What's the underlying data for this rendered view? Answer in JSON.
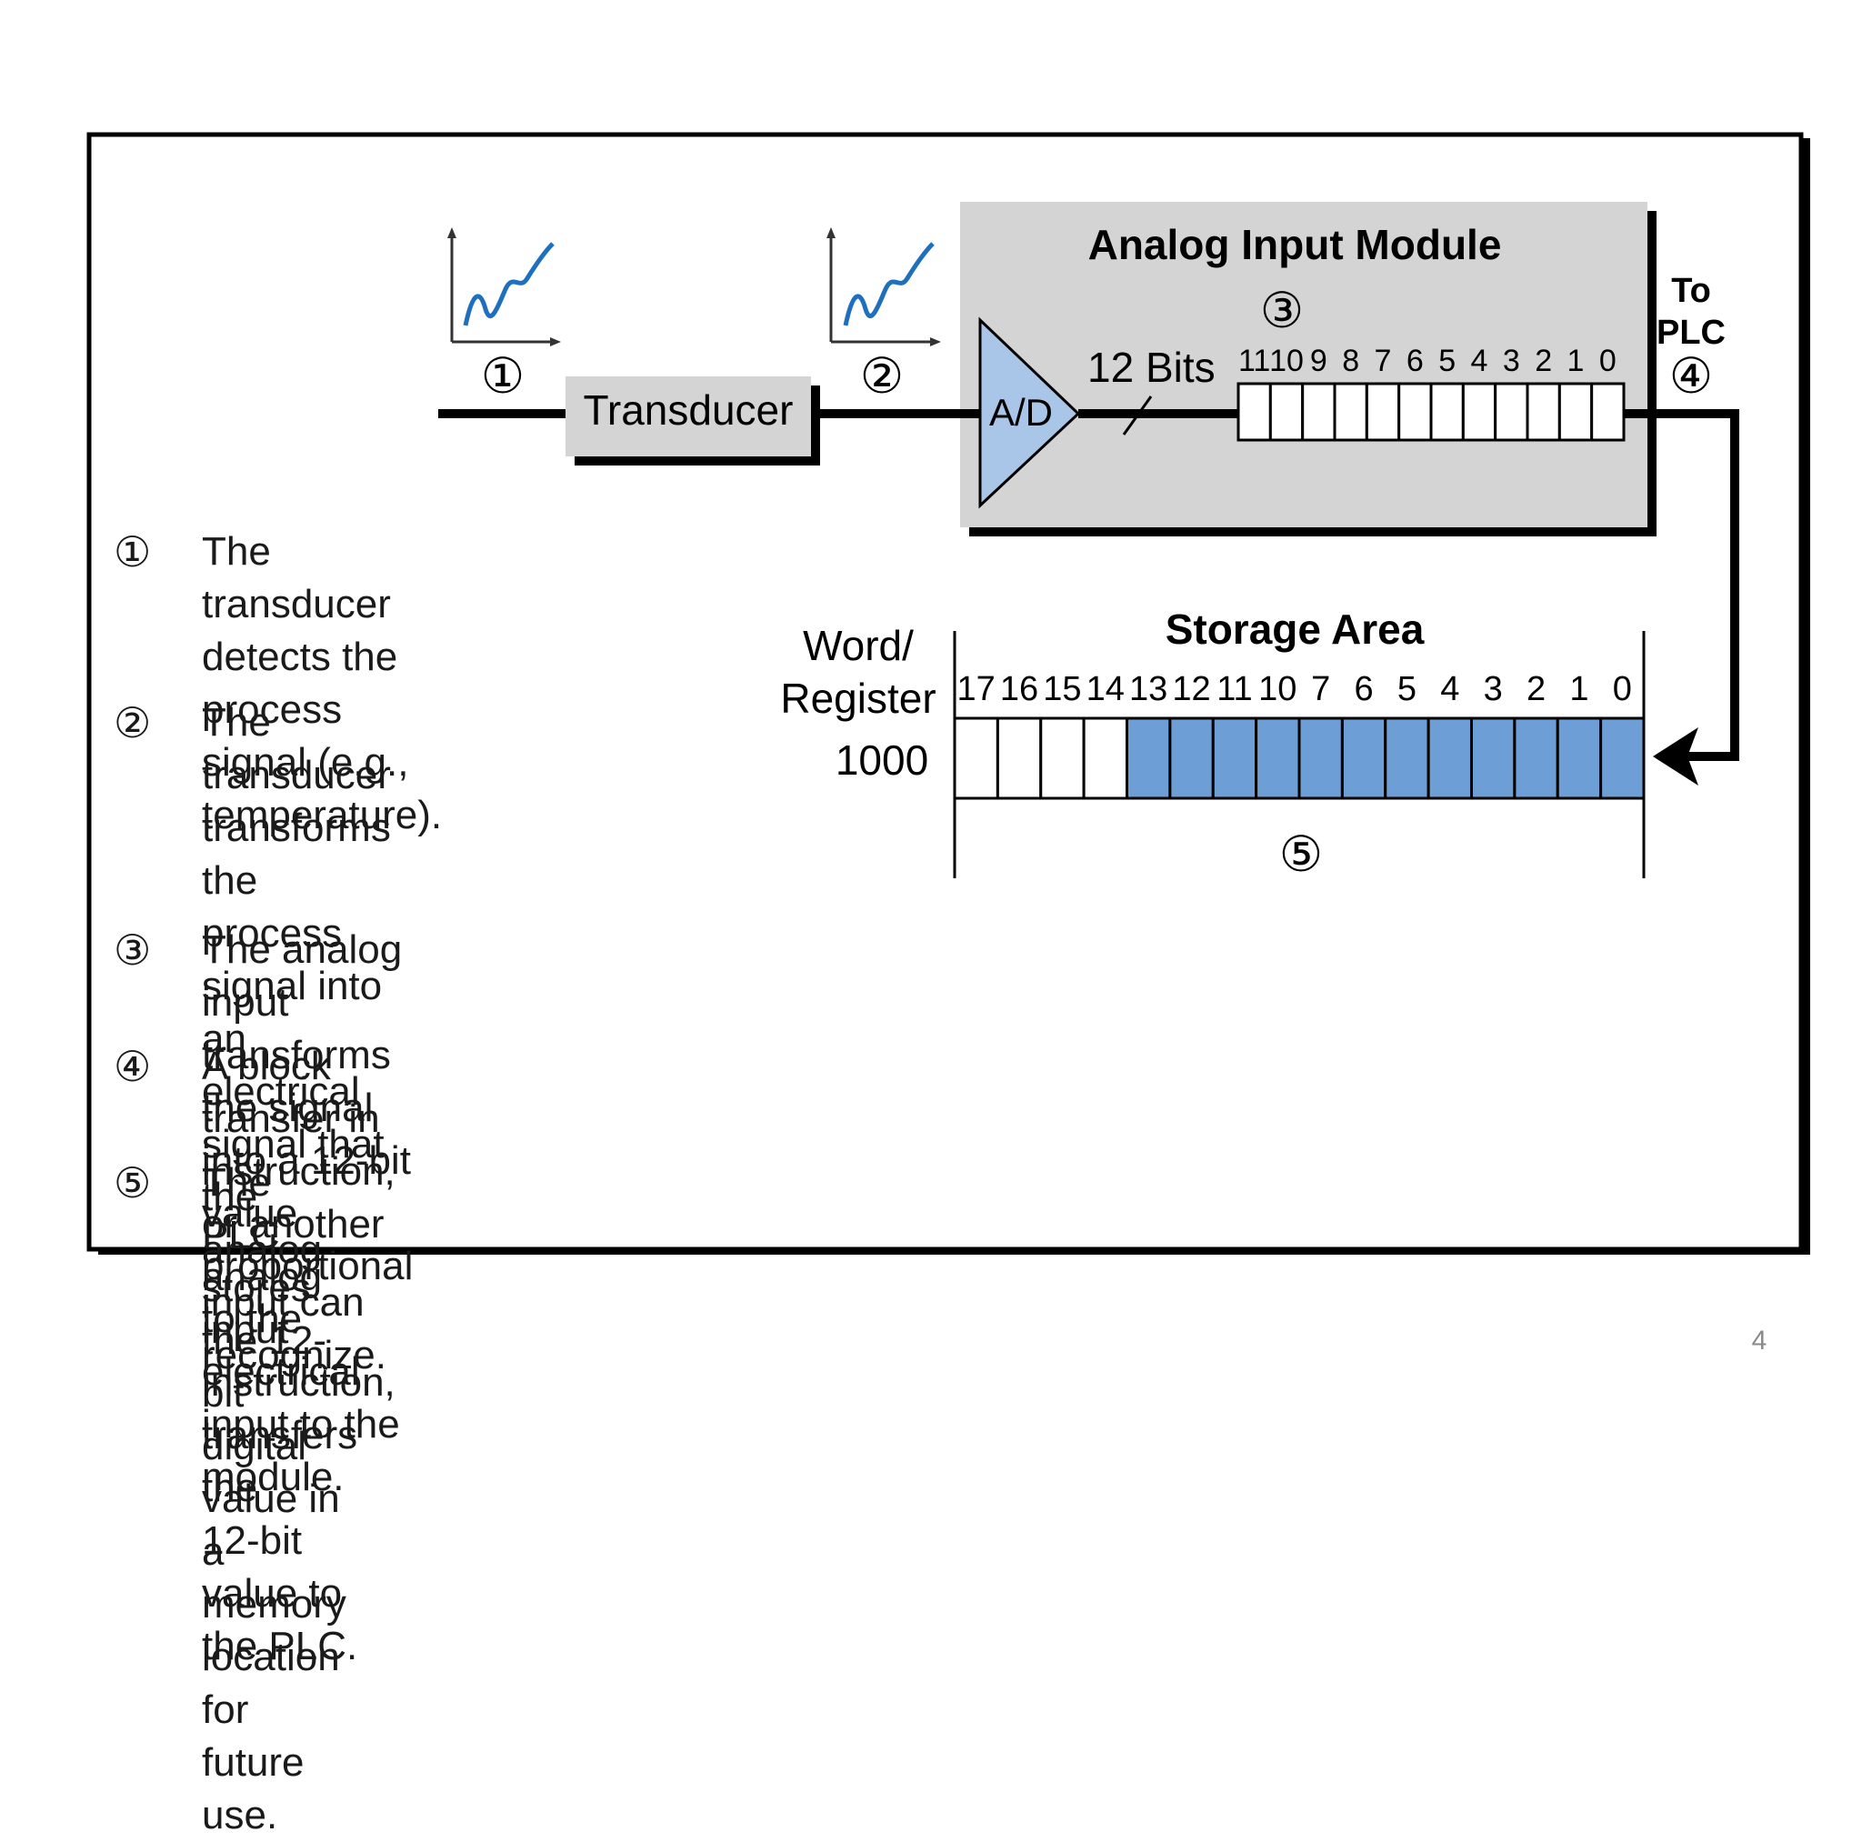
{
  "diagram": {
    "module_title": "Analog Input Module",
    "transducer_label": "Transducer",
    "ad_label": "A/D",
    "bits_label": "12 Bits",
    "to_plc_line1": "To",
    "to_plc_line2": "PLC",
    "markers": [
      "①",
      "②",
      "③",
      "④",
      "⑤"
    ],
    "module_bit_labels": [
      "11",
      "10",
      "9",
      "8",
      "7",
      "6",
      "5",
      "4",
      "3",
      "2",
      "1",
      "0"
    ],
    "storage_title": "Storage Area",
    "word_label_line1": "Word/",
    "word_label_line2": "Register",
    "register_address": "1000",
    "storage_bit_labels": [
      "17",
      "16",
      "15",
      "14",
      "13",
      "12",
      "11",
      "10",
      "7",
      "6",
      "5",
      "4",
      "3",
      "2",
      "1",
      "0"
    ],
    "storage_filled_count": 12,
    "colors": {
      "signal_blue": "#1f6fbf",
      "module_gray": "#d4d4d4",
      "ad_fill": "#a9c6e8",
      "storage_fill": "#6d9fd6",
      "frame": "#000000"
    }
  },
  "steps": [
    {
      "num": "①",
      "lines": [
        "The transducer detects the",
        "process signal (e.g.,",
        "temperature)."
      ]
    },
    {
      "num": "②",
      "lines": [
        "The transducer transforms",
        "the process signal into an",
        "electrical signal that the",
        "analog input can recognize."
      ]
    },
    {
      "num": "③",
      "lines": [
        "The analog input transforms the signal into a 12-bit value proportional to the",
        "electrical input to the module."
      ]
    },
    {
      "num": "④",
      "lines": [
        "A block transfer in instruction, or another analog input instruction, transfers the",
        "12-bit value to the PLC."
      ]
    },
    {
      "num": "⑤",
      "lines": [
        "The PLC stores the 12-bit digital value in a memory location for future use."
      ]
    }
  ],
  "page_number": "4"
}
